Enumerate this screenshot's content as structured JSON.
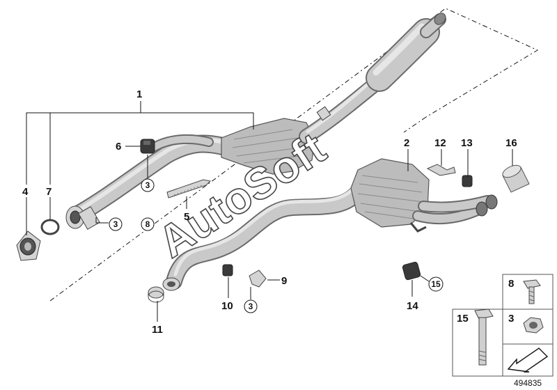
{
  "callouts": {
    "c1": "1",
    "c2": "2",
    "c3": "3",
    "c4": "4",
    "c5": "5",
    "c6": "6",
    "c7": "7",
    "c8": "8",
    "c9": "9",
    "c10": "10",
    "c11": "11",
    "c12": "12",
    "c13": "13",
    "c14": "14",
    "c15": "15",
    "c16": "16"
  },
  "circled_refs": {
    "r3a": "3",
    "r3b": "3",
    "r8": "8",
    "r3c": "3",
    "r15": "15"
  },
  "legend": {
    "bolt8": "8",
    "nut3": "3",
    "bolt15": "15"
  },
  "watermark": "AutoSoft",
  "diagram_id": "494835"
}
